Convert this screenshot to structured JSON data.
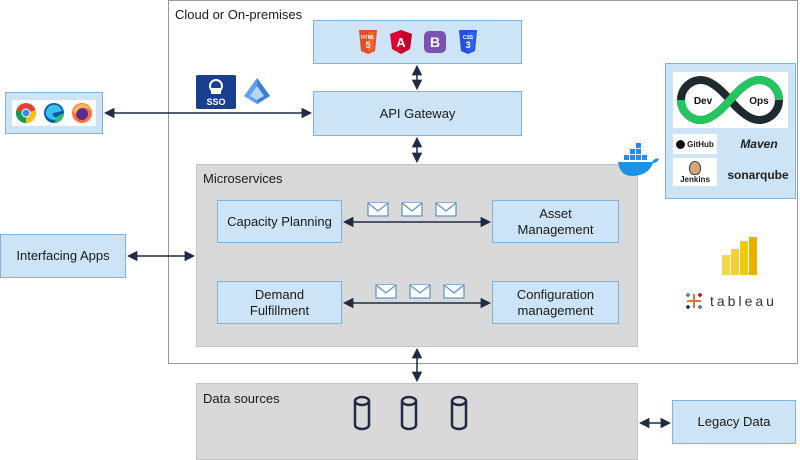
{
  "cloud": {
    "title": "Cloud or On-premises"
  },
  "frontend": {
    "icons": [
      {
        "icon": "html5-icon",
        "text": "HTML",
        "color": "#e44d26"
      },
      {
        "icon": "angular-icon",
        "text": "A",
        "color": "#dd0031"
      },
      {
        "icon": "bootstrap-icon",
        "text": "B",
        "color": "#7952b3"
      },
      {
        "icon": "css3-icon",
        "text": "CSS",
        "color": "#264de4"
      }
    ]
  },
  "auth": {
    "sso_text": "SSO"
  },
  "api_gateway": {
    "label": "API Gateway"
  },
  "browsers": [
    "chrome-icon",
    "edge-icon",
    "firefox-icon"
  ],
  "microservices": {
    "title": "Microservices",
    "capacity_planning": "Capacity Planning",
    "asset_management": "Asset Management",
    "demand_fulfillment": "Demand Fulfillment",
    "configuration_management": "Configuration management"
  },
  "interfacing_apps": {
    "label": "Interfacing Apps"
  },
  "devops": {
    "dev": "Dev",
    "ops": "Ops",
    "github": "GitHub",
    "maven": "Maven",
    "jenkins": "Jenkins",
    "sonarqube": "sonarqube"
  },
  "tableau": {
    "text": "tableau"
  },
  "data_sources": {
    "title": "Data sources"
  },
  "legacy_data": {
    "label": "Legacy Data"
  },
  "colors": {
    "box_blue": "#cce4f6",
    "box_grey": "#d9d9d9",
    "arrow": "#1f2a44",
    "docker": "#1d91e6",
    "powerbi": "#f2c811"
  }
}
